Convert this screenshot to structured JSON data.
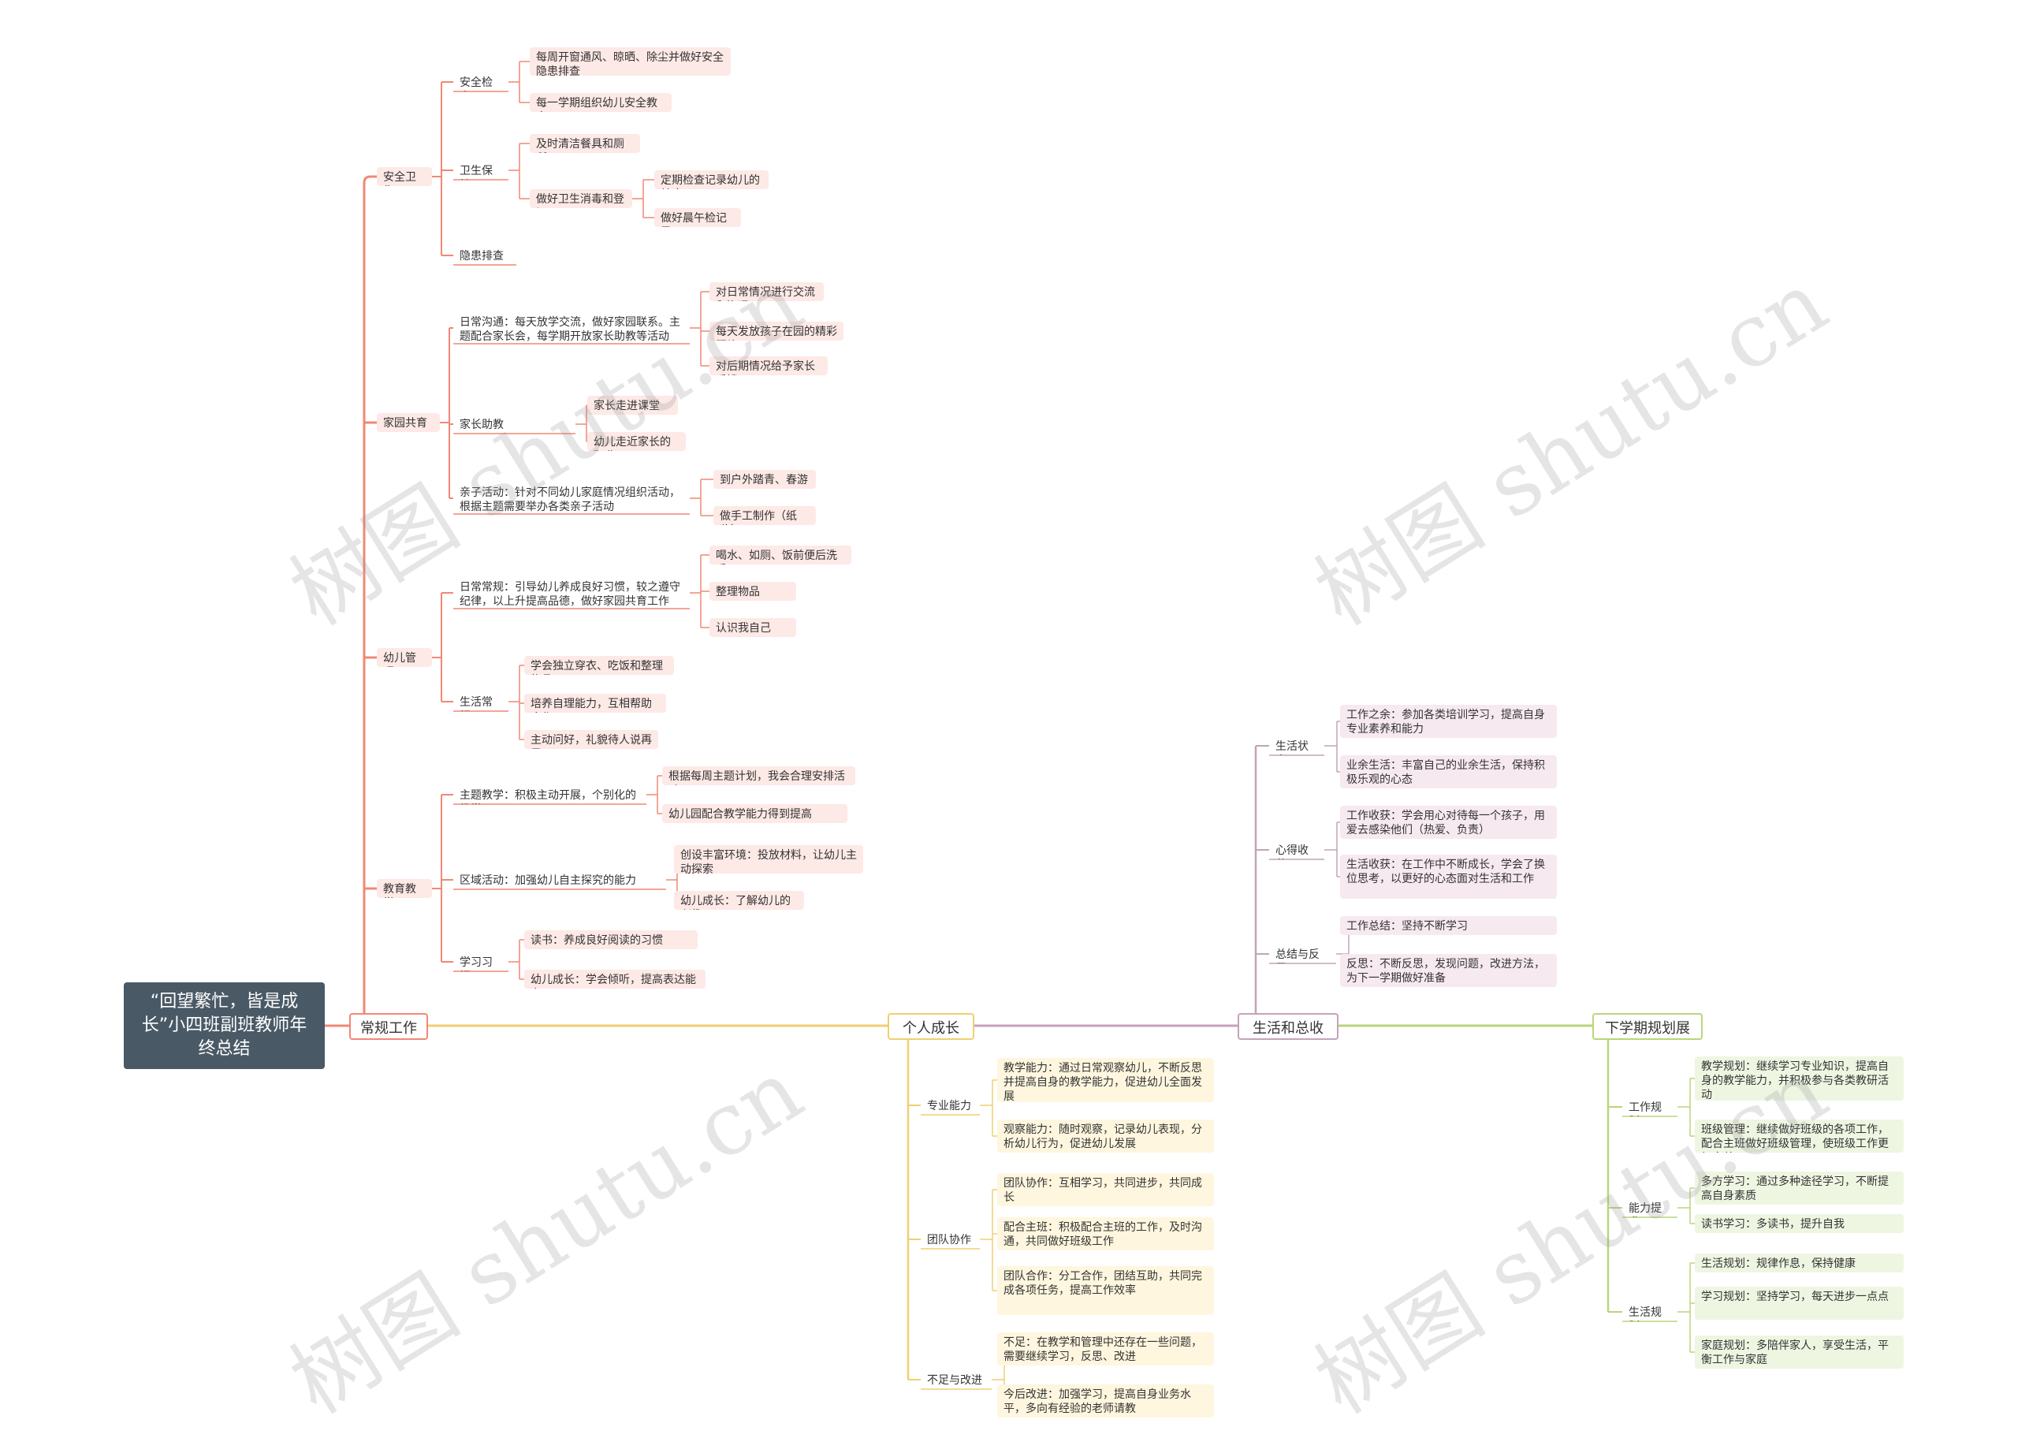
{
  "root": {
    "title": "“回望繁忙，皆是成长”小四班副班教师年终总结"
  },
  "branches": [
    {
      "label": "常规工作",
      "color": "#f08874",
      "children": [
        {
          "label": "安全卫生",
          "children": [
            {
              "label": "安全检查",
              "children": [
                {
                  "label": "每周开窗通风、晾晒、除尘并做好安全隐患排查"
                },
                {
                  "label": "每一学期组织幼儿安全教育"
                }
              ]
            },
            {
              "label": "卫生保健",
              "children": [
                {
                  "label": "及时清洁餐具和厕所"
                },
                {
                  "label": "做好卫生消毒和登记",
                  "children": [
                    {
                      "label": "定期检查记录幼儿的健康"
                    },
                    {
                      "label": "做好晨午检记录"
                    }
                  ]
                }
              ]
            },
            {
              "label": "隐患排查"
            }
          ]
        },
        {
          "label": "家园共育",
          "children": [
            {
              "label": "日常沟通：每天放学交流，做好家园联系。主题配合家长会，每学期开放家长助教等活动",
              "children": [
                {
                  "label": "对日常情况进行交流和沟通"
                },
                {
                  "label": "每天发放孩子在园的精彩照片"
                },
                {
                  "label": "对后期情况给予家长反馈"
                }
              ]
            },
            {
              "label": "家长助教",
              "children": [
                {
                  "label": "家长走进课堂"
                },
                {
                  "label": "幼儿走近家长的职业"
                }
              ]
            },
            {
              "label": "亲子活动：针对不同幼儿家庭情况组织活动，根据主题需要举办各类亲子活动",
              "children": [
                {
                  "label": "到户外踏青、春游"
                },
                {
                  "label": "做手工制作（纸浆）"
                }
              ]
            }
          ]
        },
        {
          "label": "幼儿管理",
          "children": [
            {
              "label": "日常常规：引导幼儿养成良好习惯，较之遵守纪律，以上升提高品德，做好家园共育工作",
              "children": [
                {
                  "label": "喝水、如厕、饭前便后洗手"
                },
                {
                  "label": "整理物品"
                },
                {
                  "label": "认识我自己"
                }
              ]
            },
            {
              "label": "生活常规",
              "children": [
                {
                  "label": "学会独立穿衣、吃饭和整理物品"
                },
                {
                  "label": "培养自理能力，互相帮助合作"
                },
                {
                  "label": "主动问好，礼貌待人说再见"
                }
              ]
            }
          ]
        },
        {
          "label": "教育教学",
          "children": [
            {
              "label": "主题教学：积极主动开展，个别化的教学",
              "children": [
                {
                  "label": "根据每周主题计划，我会合理安排活动"
                },
                {
                  "label": "幼儿园配合教学能力得到提高"
                }
              ]
            },
            {
              "label": "区域活动：加强幼儿自主探究的能力",
              "children": [
                {
                  "label": "创设丰富环境：投放材料，让幼儿主动探索"
                },
                {
                  "label": "幼儿成长：了解幼儿的兴趣"
                }
              ]
            },
            {
              "label": "学习习惯",
              "children": [
                {
                  "label": "读书：养成良好阅读的习惯"
                },
                {
                  "label": "幼儿成长：学会倾听，提高表达能力"
                }
              ]
            }
          ]
        }
      ]
    },
    {
      "label": "个人成长",
      "color": "#f0cf72",
      "children": [
        {
          "label": "专业能力",
          "children": [
            {
              "label": "教学能力：通过日常观察幼儿，不断反思并提高自身的教学能力，促进幼儿全面发展"
            },
            {
              "label": "观察能力：随时观察，记录幼儿表现，分析幼儿行为，促进幼儿发展"
            }
          ]
        },
        {
          "label": "团队协作",
          "children": [
            {
              "label": "团队协作：互相学习，共同进步，共同成长"
            },
            {
              "label": "配合主班：积极配合主班的工作，及时沟通，共同做好班级工作"
            },
            {
              "label": "团队合作：分工合作，团结互助，共同完成各项任务，提高工作效率"
            }
          ]
        },
        {
          "label": "不足与改进",
          "children": [
            {
              "label": "不足：在教学和管理中还存在一些问题，需要继续学习，反思、改进"
            },
            {
              "label": "今后改进：加强学习，提高自身业务水平，多向有经验的老师请教"
            }
          ]
        }
      ]
    },
    {
      "label": "生活和总收获",
      "color": "#c4a3b8",
      "children": [
        {
          "label": "生活状态",
          "children": [
            {
              "label": "工作之余：参加各类培训学习，提高自身专业素养和能力"
            },
            {
              "label": "业余生活：丰富自己的业余生活，保持积极乐观的心态"
            }
          ]
        },
        {
          "label": "心得收获",
          "children": [
            {
              "label": "工作收获：学会用心对待每一个孩子，用爱去感染他们（热爱、负责）"
            },
            {
              "label": "生活收获：在工作中不断成长，学会了换位思考，以更好的心态面对生活和工作"
            }
          ]
        },
        {
          "label": "总结与反思",
          "children": [
            {
              "label": "工作总结：坚持不断学习"
            },
            {
              "label": "反思：不断反思，发现问题，改进方法，为下一学期做好准备"
            }
          ]
        }
      ]
    },
    {
      "label": "下学期规划展望",
      "color": "#b9d67a",
      "children": [
        {
          "label": "工作规划",
          "children": [
            {
              "label": "教学规划：继续学习专业知识，提高自身的教学能力，并积极参与各类教研活动"
            },
            {
              "label": "班级管理：继续做好班级的各项工作，配合主班做好班级管理，使班级工作更加完善"
            }
          ]
        },
        {
          "label": "能力提升",
          "children": [
            {
              "label": "多方学习：通过多种途径学习，不断提高自身素质"
            },
            {
              "label": "读书学习：多读书，提升自我"
            }
          ]
        },
        {
          "label": "生活规划",
          "children": [
            {
              "label": "生活规划：规律作息，保持健康"
            },
            {
              "label": "学习规划：坚持学习，每天进步一点点"
            },
            {
              "label": "家庭规划：多陪伴家人，享受生活，平衡工作与家庭"
            }
          ]
        }
      ]
    }
  ],
  "watermark": "树图 shutu.cn"
}
